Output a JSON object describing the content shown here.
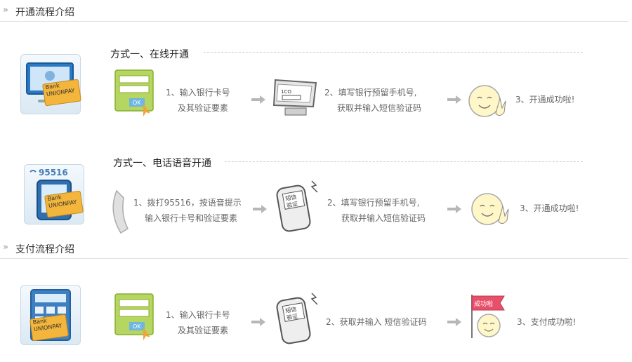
{
  "sections": [
    {
      "title": "开通流程介绍"
    },
    {
      "title": "支付流程介绍"
    }
  ],
  "methods": [
    {
      "title": "方式一、在线开通",
      "steps": [
        "1、输入银行卡号",
        "及其验证要素",
        "2、填写银行预留手机号,",
        "获取并输入短信验证码",
        "3、开通成功啦!"
      ]
    },
    {
      "title": "方式一、电话语音开通",
      "steps": [
        "1、拨打95516，按语音提示",
        "输入银行卡号和验证要素",
        "2、填写银行预留手机号,",
        "获取并输入短信验证码",
        "3、开通成功啦!"
      ]
    },
    {
      "steps": [
        "1、输入银行卡号",
        "及其验证要素",
        "2、获取并输入 短信验证码",
        "3、支付成功啦!"
      ]
    }
  ],
  "icons": {
    "card_bank": "Bank",
    "card_union": "UNIONPAY",
    "phone_number": "95516",
    "ok_label": "OK",
    "sms_label_1": "短信",
    "sms_label_2": "验证",
    "flag_label": "成功啦",
    "screen_label": "1CO"
  },
  "colors": {
    "accent_green": "#9bc53d",
    "card_orange": "#f3b53b",
    "flag_red": "#e8506a"
  }
}
